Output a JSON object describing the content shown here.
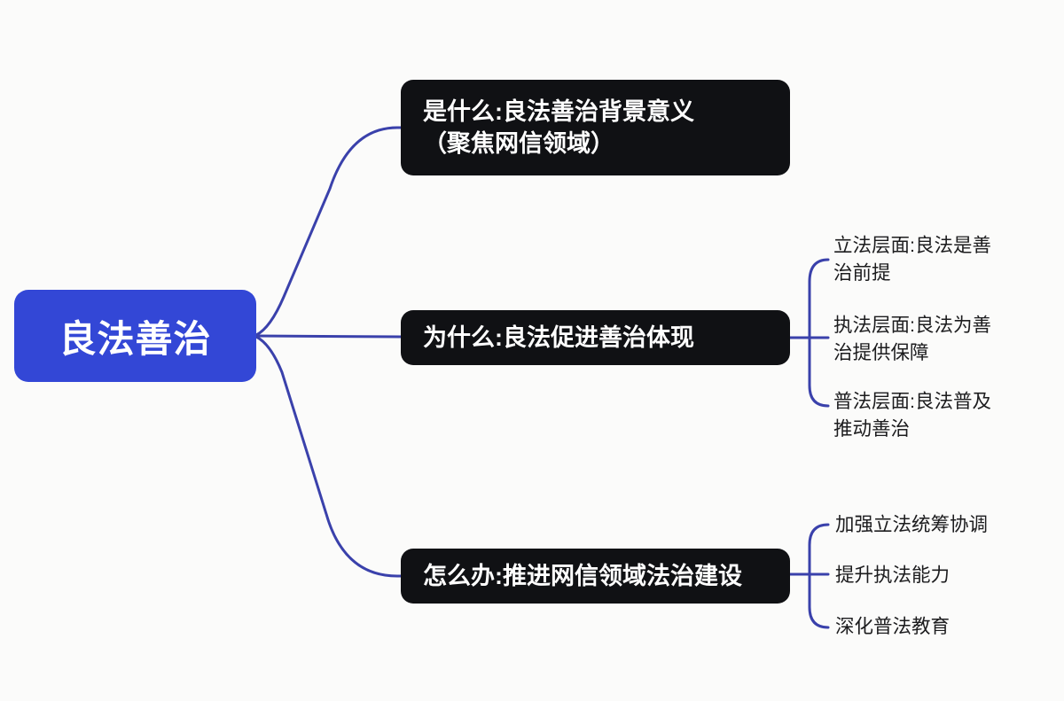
{
  "colors": {
    "accent": "#3347d6",
    "edge": "#3a41ab",
    "node-bg": "#101114",
    "node-text": "#ffffff",
    "leaf-text": "#1c1c1e",
    "canvas-bg": "#fbfbfa"
  },
  "root": {
    "label": "良法善治"
  },
  "branches": [
    {
      "label": "是什么:良法善治背景意义\n（聚焦网信领域）",
      "children": []
    },
    {
      "label": "为什么:良法促进善治体现",
      "children": [
        "立法层面:良法是善\n治前提",
        "执法层面:良法为善\n治提供保障",
        "普法层面:良法普及\n推动善治"
      ]
    },
    {
      "label": "怎么办:推进网信领域法治建设",
      "children": [
        "加强立法统筹协调",
        "提升执法能力",
        "深化普法教育"
      ]
    }
  ]
}
